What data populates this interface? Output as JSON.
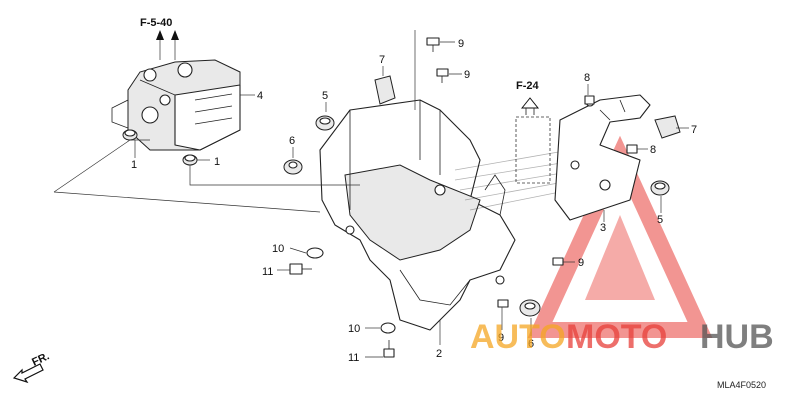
{
  "diagram_code": "MLA4F0520",
  "references": {
    "ref_f540": "F-5-40",
    "ref_f24": "F-24",
    "front": "FR."
  },
  "callouts": {
    "c1a": "1",
    "c1b": "1",
    "c2": "2",
    "c3": "3",
    "c4": "4",
    "c5a": "5",
    "c5b": "5",
    "c6a": "6",
    "c6b": "6",
    "c7a": "7",
    "c7b": "7",
    "c8a": "8",
    "c8b": "8",
    "c9a": "9",
    "c9b": "9",
    "c9c": "9",
    "c9d": "9",
    "c10a": "10",
    "c10b": "10",
    "c11a": "11",
    "c11b": "11"
  },
  "watermark": {
    "part1": "AUTO",
    "part2": "MOTO",
    "part3": "HUB",
    "color_orange": "#f5a623",
    "color_red": "#e8403a",
    "color_grey": "#555555"
  }
}
